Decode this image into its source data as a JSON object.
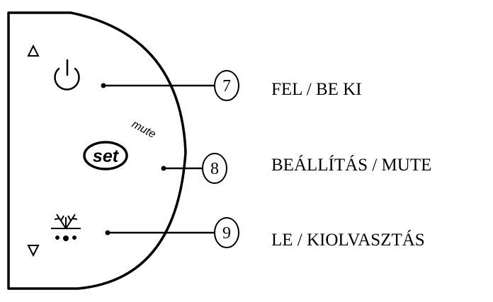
{
  "panel": {
    "set_button_label": "set",
    "mute_label": "mute"
  },
  "callouts": [
    {
      "number": "7",
      "label": "FEL / BE KI"
    },
    {
      "number": "8",
      "label": "BEÁLLÍTÁS / MUTE"
    },
    {
      "number": "9",
      "label": "LE / KIOLVASZTÁS"
    }
  ],
  "icons": [
    "up-triangle-icon",
    "power-icon",
    "set-button-icon",
    "down-triangle-icon",
    "defrost-icon"
  ]
}
